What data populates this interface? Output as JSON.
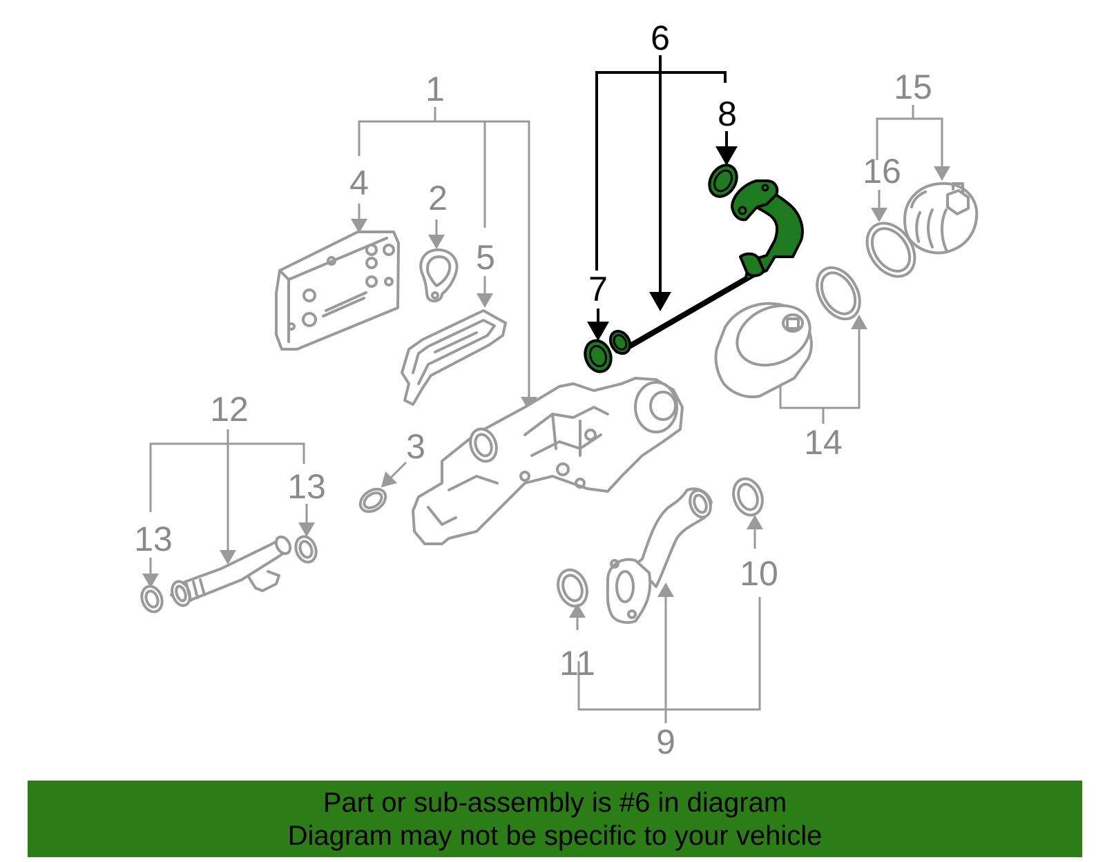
{
  "highlighted_part": "6",
  "colors": {
    "highlight": "#1e7a1e",
    "banner": "#2b7d15",
    "callout_gray": "#8a8a8a"
  },
  "callouts": {
    "c1": "1",
    "c2": "2",
    "c3": "3",
    "c4": "4",
    "c5": "5",
    "c6": "6",
    "c7": "7",
    "c8": "8",
    "c9": "9",
    "c10": "10",
    "c11": "11",
    "c12": "12",
    "c13a": "13",
    "c13b": "13",
    "c14": "14",
    "c15": "15",
    "c16": "16"
  },
  "banner": {
    "line1": "Part or sub-assembly is #6 in diagram",
    "line2": "Diagram may not be specific to your vehicle"
  }
}
